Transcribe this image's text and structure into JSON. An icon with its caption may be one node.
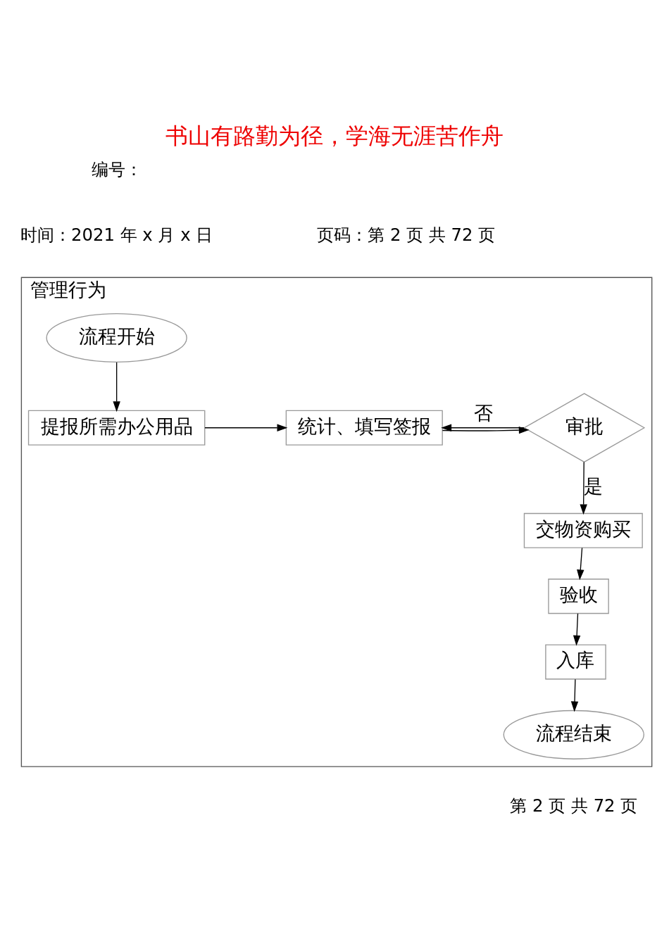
{
  "diagram": {
    "title": "书山有路勤为径，学海无涯苦作舟",
    "nodes": [
      {
        "text": [
          "管理行为"
        ]
      },
      {
        "text": [
          "流程开始"
        ],
        "in": 0
      },
      {
        "text": [
          "提报所需办公用品"
        ],
        "in": 0
      },
      {
        "text": [
          "统计、填写签报"
        ],
        "in": 0
      },
      {
        "text": [
          "审批"
        ],
        "in": 0
      },
      {
        "text": [
          "交物资购买"
        ],
        "in": 0
      },
      {
        "text": [
          "验收"
        ],
        "in": 0
      },
      {
        "text": [
          "入库"
        ],
        "in": 0
      },
      {
        "text": [
          "流程结束"
        ],
        "in": 0
      }
    ],
    "edges": [
      {
        "from": 1,
        "to": 2,
        "arrow": "to"
      },
      {
        "from": 2,
        "to": 3,
        "arrow": "to"
      },
      {
        "from": 3,
        "to": 4,
        "arrow": "to"
      },
      {
        "from": 4,
        "to": 3,
        "arrow": "to",
        "label": "否"
      },
      {
        "from": 4,
        "to": 5,
        "arrow": "to",
        "label": "是"
      },
      {
        "from": 5,
        "to": 6,
        "arrow": "to"
      },
      {
        "from": 6,
        "to": 7,
        "arrow": "to"
      },
      {
        "from": 7,
        "to": 8,
        "arrow": "to"
      }
    ],
    "labels": [
      "编号：",
      "时间：2021 年 x 月 x 日",
      "页码：第 2 页 共 72 页",
      "第 2 页 共 72 页"
    ]
  }
}
